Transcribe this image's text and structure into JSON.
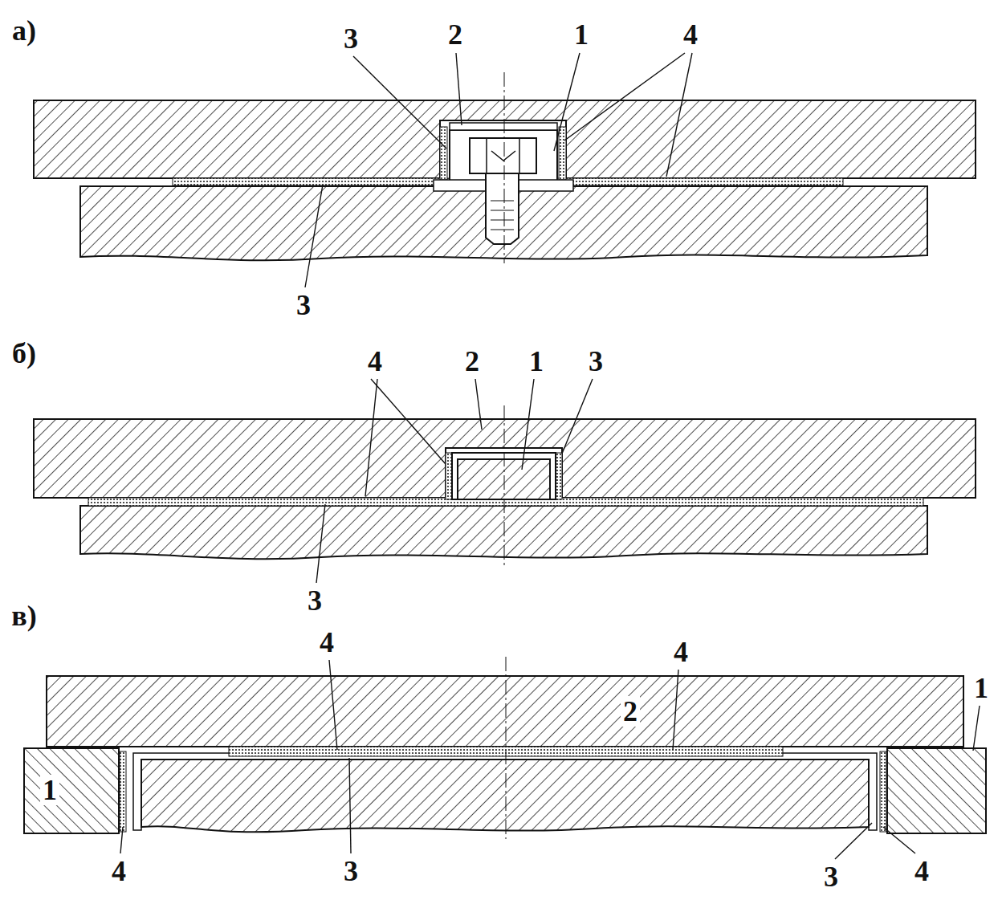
{
  "diagram": {
    "labels": [
      "а)",
      "3",
      "2",
      "1",
      "4",
      "3",
      "б)",
      "4",
      "2",
      "1",
      "3",
      "3",
      "в)",
      "4",
      "2",
      "4",
      "1",
      "1",
      "4",
      "3",
      "3",
      "4"
    ]
  }
}
